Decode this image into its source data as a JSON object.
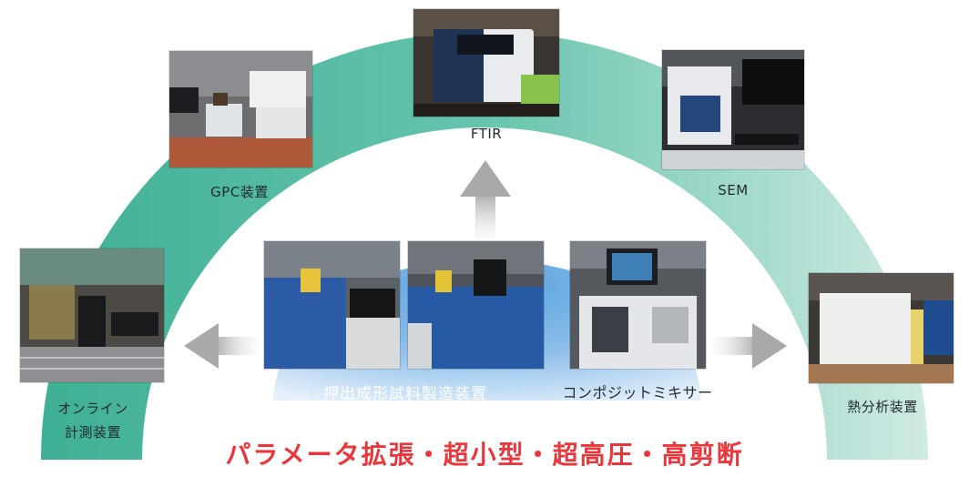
{
  "colors": {
    "arch": "#5bbfa8",
    "arch_light": "#d9efe9",
    "center_blue": "#4a95d6",
    "center_blue_light": "#a7cdee",
    "arrow_gray": "#bdbdbd",
    "slogan_red": "#e8383d"
  },
  "equipment": {
    "ftir": {
      "label": "FTIR"
    },
    "gpc": {
      "label": "GPC装置"
    },
    "sem": {
      "label": "SEM"
    },
    "online": {
      "label_line1": "オンライン",
      "label_line2": "計測装置"
    },
    "thermal": {
      "label": "熱分析装置"
    }
  },
  "center": {
    "extruder_label": "押出成形試料製造装置",
    "mixer_label": "コンポジットミキサー"
  },
  "slogan": "パラメータ拡張・超小型・超高圧・高剪断",
  "icons": {
    "arrow_up": "arrow-up-icon",
    "arrow_left": "arrow-left-icon",
    "arrow_right": "arrow-right-icon"
  }
}
